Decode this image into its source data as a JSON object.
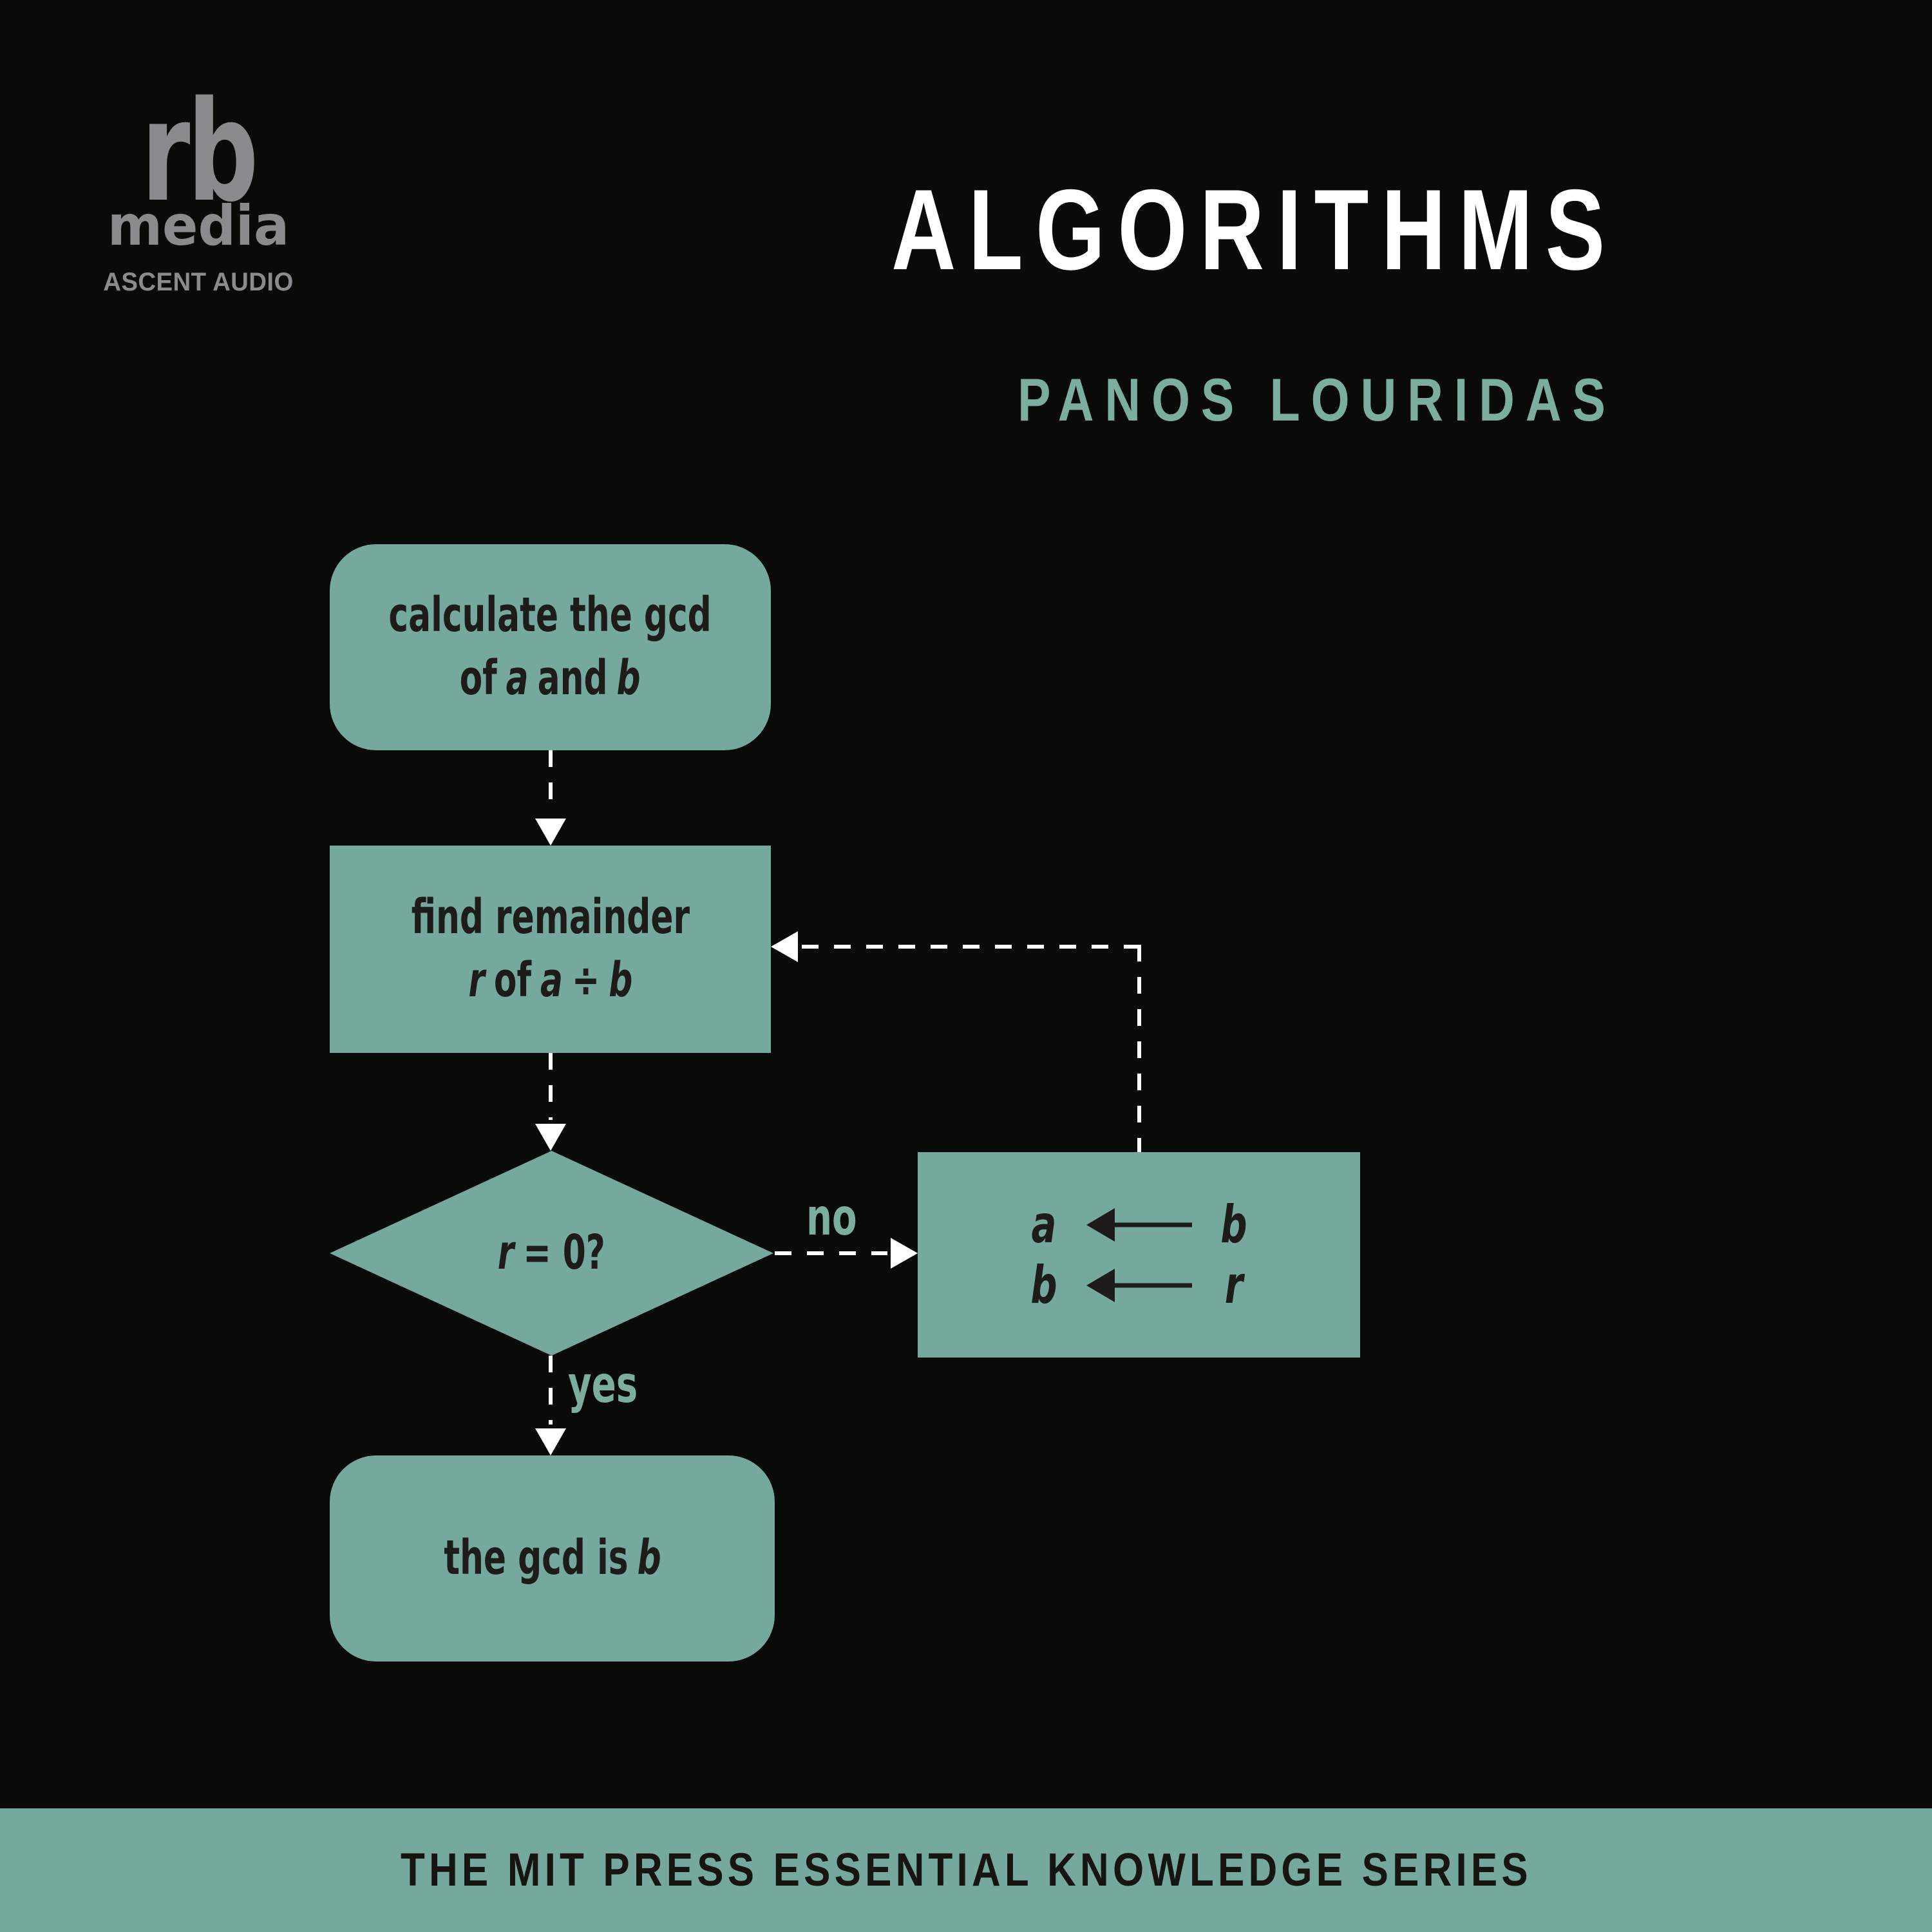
{
  "cover": {
    "publisher": {
      "logo_main": "rb",
      "logo_sub": "media",
      "logo_tagline": "ASCENT AUDIO"
    },
    "title": "ALGORITHMS",
    "author": "PANOS LOURIDAS",
    "series": "THE MIT PRESS ESSENTIAL KNOWLEDGE SERIES"
  },
  "flowchart": {
    "start": {
      "line1": "calculate the gcd",
      "of": "of",
      "var_a": "a",
      "and": "and",
      "var_b": "b"
    },
    "remainder": {
      "line1": "find remainder",
      "var_r": "r",
      "of": "of",
      "var_a": "a",
      "divide": "÷",
      "var_b": "b"
    },
    "decision": {
      "var_r": "r",
      "condition": "= 0?"
    },
    "swap": {
      "rows": [
        {
          "left": "a",
          "right": "b"
        },
        {
          "left": "b",
          "right": "r"
        }
      ]
    },
    "end": {
      "prefix": "the gcd is",
      "var_b": "b"
    },
    "labels": {
      "yes": "yes",
      "no": "no"
    }
  },
  "colors": {
    "background": "#0a0a09",
    "node_teal": "#76a99d",
    "banner_teal": "#75a99e",
    "accent_teal": "#7cae9f",
    "dark_text": "#1d1c1a",
    "white": "#ffffff",
    "logo_gray": "#8b8b8e"
  }
}
